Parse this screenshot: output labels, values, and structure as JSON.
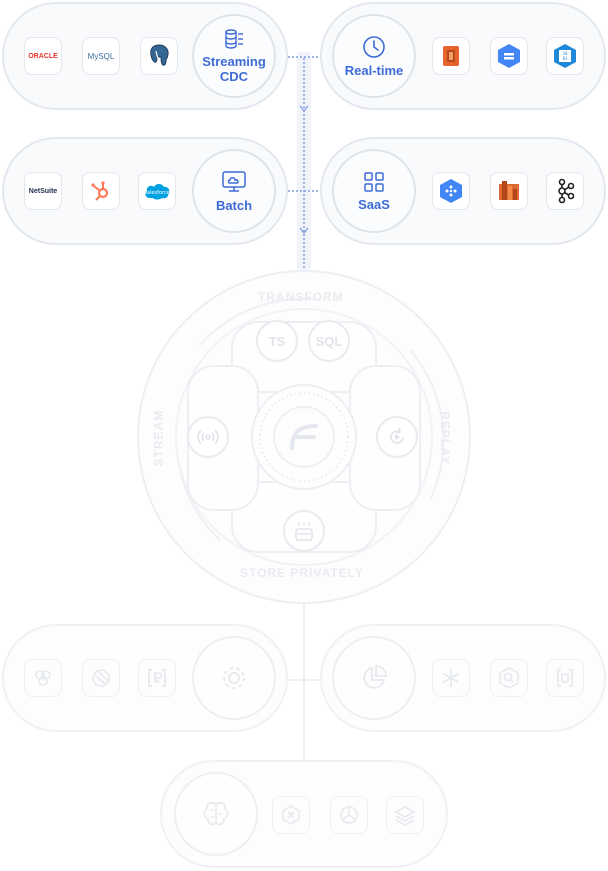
{
  "sources": {
    "streaming_cdc": {
      "label": "Streaming\nCDC",
      "logos": [
        "ORACLE",
        "MySQL",
        "postgresql-elephant-icon"
      ]
    },
    "realtime": {
      "label": "Real-time",
      "logos": [
        "aws-kinesis-icon",
        "gcp-pubsub-icon",
        "azure-eventhub-icon"
      ]
    },
    "batch": {
      "label": "Batch",
      "logos": [
        "NetSuite",
        "hubspot-icon",
        "salesforce"
      ]
    },
    "saas": {
      "label": "SaaS",
      "logos": [
        "gcp-dataflow-icon",
        "aws-redshift-icon",
        "kafka-icon"
      ]
    }
  },
  "wheel": {
    "top": "TRANSFORM",
    "left": "STREAM",
    "right": "REPLAY",
    "bottom": "STORE PRIVATELY",
    "chips": [
      "TS",
      "SQL"
    ]
  },
  "colors": {
    "accent": "#3d6bd6",
    "border": "#e3e7ee",
    "faded": "#eceff3",
    "dotted_line": "#7f9fe0"
  }
}
